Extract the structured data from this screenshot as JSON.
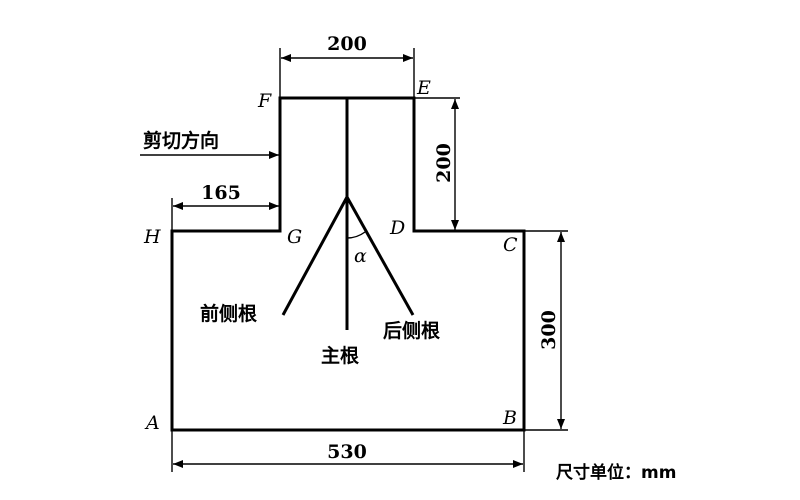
{
  "points": {
    "A": "A",
    "B": "B",
    "C": "C",
    "D": "D",
    "E": "E",
    "F": "F",
    "G": "G",
    "H": "H"
  },
  "dimensions": {
    "top_width": "200",
    "right_height": "200",
    "left_offset": "165",
    "body_height": "300",
    "base_width": "530"
  },
  "labels": {
    "shear_direction": "剪切方向",
    "front_side_root": "前侧根",
    "main_root": "主根",
    "back_side_root": "后侧根",
    "angle": "α"
  },
  "unit_note": "尺寸单位：mm"
}
